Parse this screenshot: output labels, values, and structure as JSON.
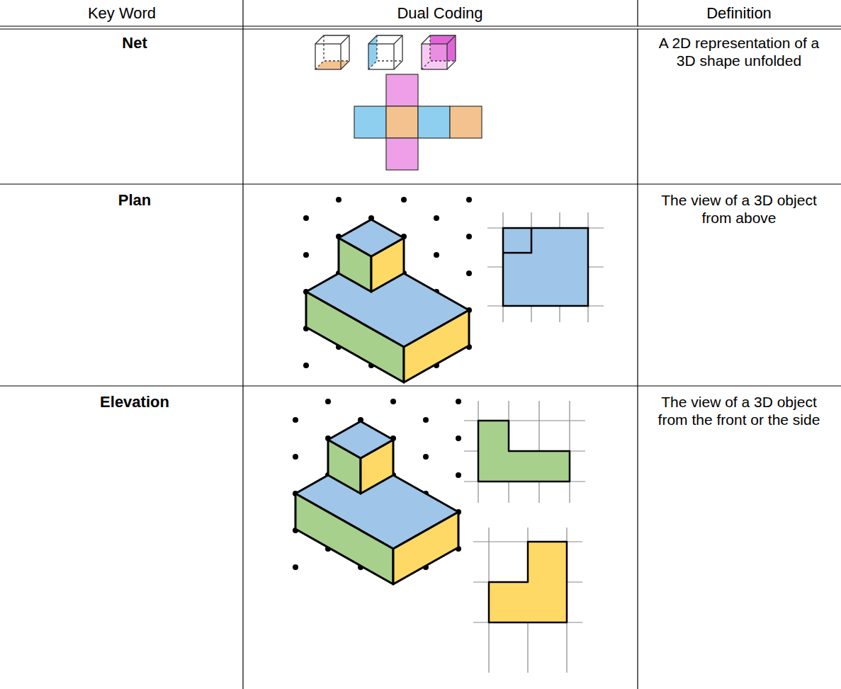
{
  "diagram": {
    "labels": [
      "Key Word",
      "Dual Coding",
      "Definition",
      "Net",
      "A 2D representation of a 3D shape unfolded",
      "Plan",
      "The view of a 3D object from above",
      "Elevation",
      "The view of a 3D object from the front or the side"
    ]
  }
}
